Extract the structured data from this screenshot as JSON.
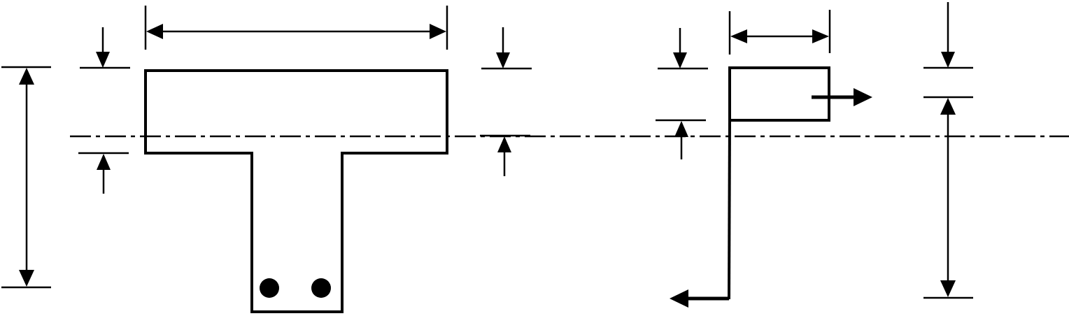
{
  "diagram": {
    "type": "T-beam cross section with strain distribution",
    "colors": {
      "stroke": "#000000",
      "background": "#ffffff"
    },
    "t_beam": {
      "rebar_count": 2
    },
    "strain_profile": {},
    "center_line": {
      "style": "dash-dot"
    }
  }
}
